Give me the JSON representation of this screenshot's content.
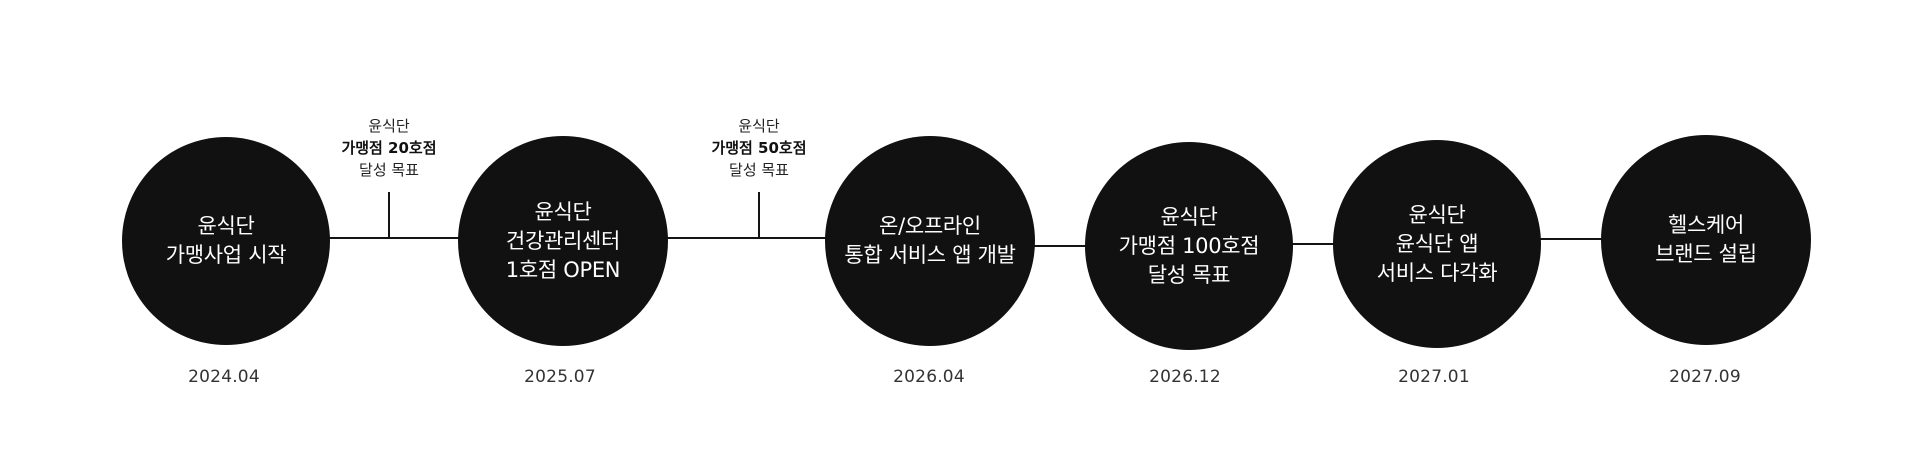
{
  "timeline": {
    "events": [
      {
        "label": "윤식단\n가맹사업 시작",
        "date": "2024.04"
      },
      {
        "label": "윤식단\n건강관리센터\n1호점 OPEN",
        "date": "2025.07"
      },
      {
        "label": "온/오프라인\n통합 서비스 앱 개발",
        "date": "2026.04"
      },
      {
        "label": "윤식단\n가맹점 100호점\n달성 목표",
        "date": "2026.12"
      },
      {
        "label": "윤식단\n윤식단 앱\n서비스 다각화",
        "date": "2027.01"
      },
      {
        "label": "헬스케어\n브랜드 설립",
        "date": "2027.09"
      }
    ],
    "milestones": [
      {
        "line1": "윤식단",
        "line2": "가맹점 20호점",
        "line3": "달성 목표"
      },
      {
        "line1": "윤식단",
        "line2": "가맹점 50호점",
        "line3": "달성 목표"
      }
    ],
    "colors": {
      "circle": "#111111",
      "circle_text": "#ffffff",
      "line": "#141414",
      "date_text": "#333333"
    }
  }
}
